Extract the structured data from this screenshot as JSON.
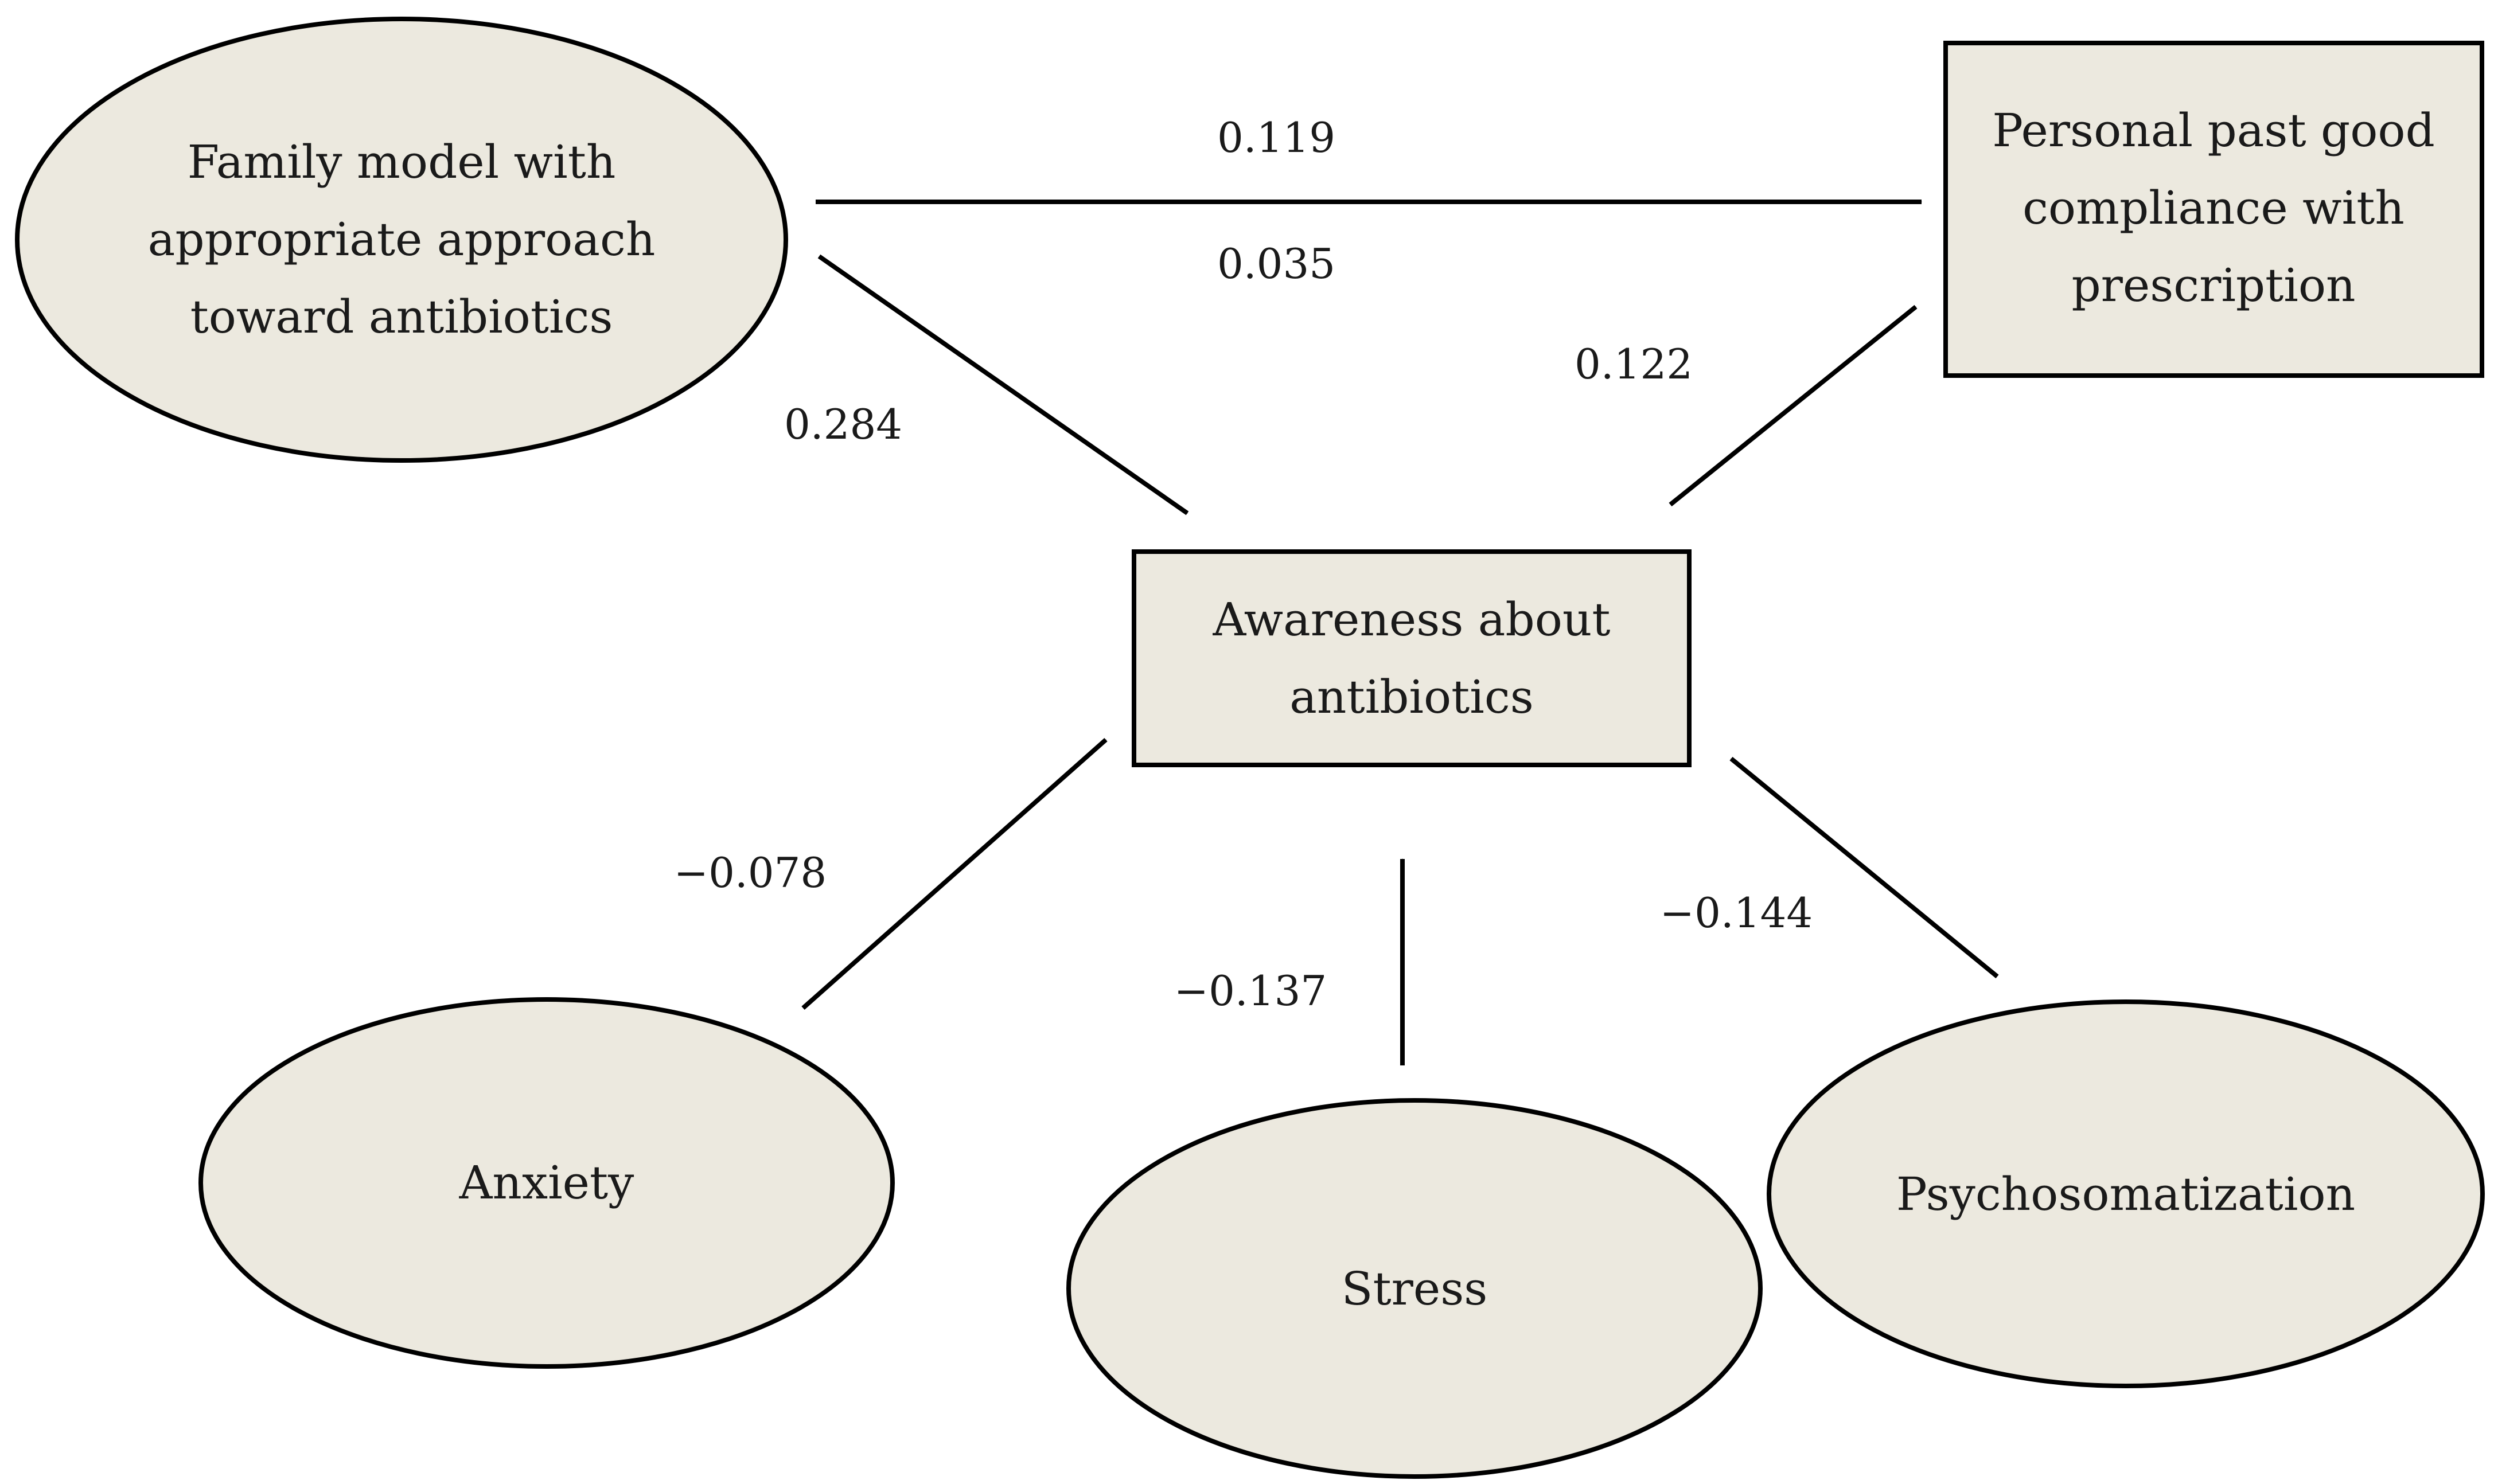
{
  "nodes": {
    "family_model": {
      "shape": "ellipse",
      "lines": [
        "Family model with",
        "appropriate approach",
        "toward antibiotics"
      ]
    },
    "compliance": {
      "shape": "rectangle",
      "lines": [
        "Personal past good",
        "compliance with",
        "prescription"
      ]
    },
    "awareness": {
      "shape": "rectangle",
      "lines": [
        "Awareness about",
        "antibiotics"
      ]
    },
    "anxiety": {
      "shape": "ellipse",
      "lines": [
        "Anxiety"
      ]
    },
    "stress": {
      "shape": "ellipse",
      "lines": [
        "Stress"
      ]
    },
    "psychosomatization": {
      "shape": "ellipse",
      "lines": [
        "Psychosomatization"
      ]
    }
  },
  "edges": [
    {
      "from": "family_model",
      "to": "compliance",
      "labels": [
        "0.119",
        "0.035"
      ]
    },
    {
      "from": "family_model",
      "to": "awareness",
      "labels": [
        "0.284"
      ]
    },
    {
      "from": "awareness",
      "to": "compliance",
      "labels": [
        "0.122"
      ]
    },
    {
      "from": "anxiety",
      "to": "awareness",
      "labels": [
        "−0.078"
      ]
    },
    {
      "from": "stress",
      "to": "awareness",
      "labels": [
        "−0.137"
      ]
    },
    {
      "from": "psychosomatization",
      "to": "awareness",
      "labels": [
        "−0.144"
      ]
    }
  ],
  "colors": {
    "node_fill": "#ece9df",
    "stroke": "#000000",
    "text": "#1a1a1a"
  }
}
